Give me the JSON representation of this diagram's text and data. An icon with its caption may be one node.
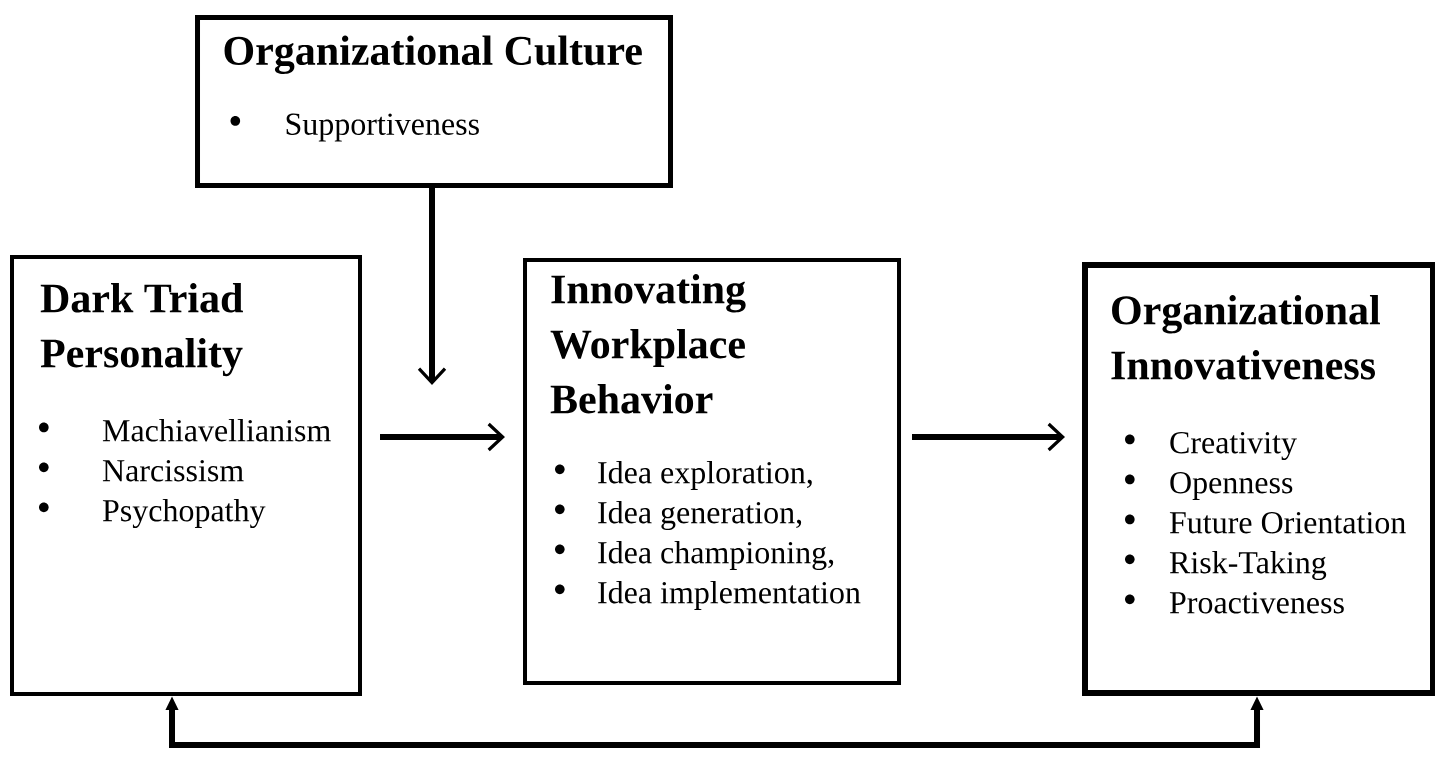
{
  "diagram": {
    "nodes": [
      {
        "text": [
          "Organizational Culture",
          "Supportiveness"
        ]
      },
      {
        "text": [
          "Dark Triad Personality",
          "Machiavellianism",
          "Narcissism",
          "Psychopathy"
        ]
      },
      {
        "text": [
          "Innovating Workplace Behavior",
          "Idea exploration,",
          "Idea generation,",
          "Idea championing,",
          "Idea implementation"
        ]
      },
      {
        "text": [
          "Organizational Innovativeness",
          "Creativity",
          "Openness",
          "Future Orientation",
          "Risk-Taking",
          "Proactiveness"
        ]
      }
    ],
    "edges": [
      {
        "from": 0,
        "to": null,
        "arrow": "to"
      },
      {
        "from": 1,
        "to": 2,
        "arrow": "to"
      },
      {
        "from": 2,
        "to": 3,
        "arrow": "to"
      },
      {
        "from": 3,
        "to": 1,
        "arrow": "both"
      }
    ]
  }
}
